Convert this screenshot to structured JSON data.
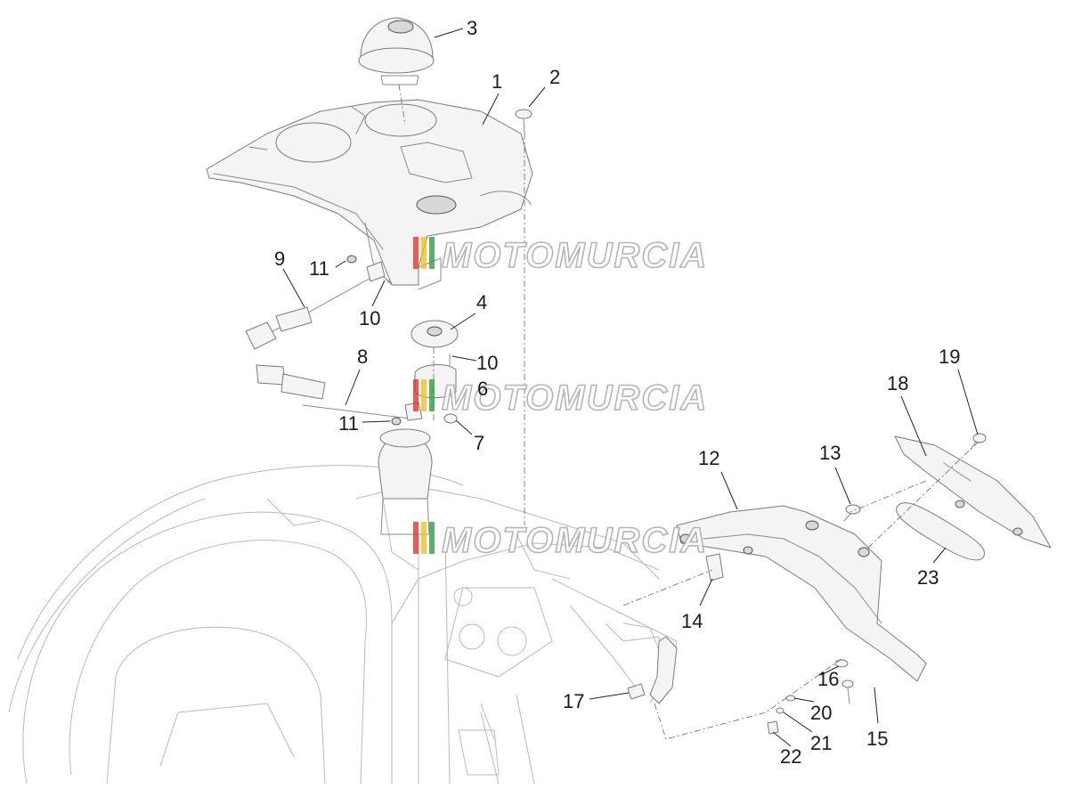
{
  "watermark": {
    "text": "MOTOMURCIA",
    "stripe_colors": [
      "#e4342b",
      "#f2c21b",
      "#2f9b48"
    ]
  },
  "callouts": [
    {
      "id": "3",
      "label": "3"
    },
    {
      "id": "2",
      "label": "2"
    },
    {
      "id": "1",
      "label": "1"
    },
    {
      "id": "9",
      "label": "9"
    },
    {
      "id": "11a",
      "label": "11"
    },
    {
      "id": "10a",
      "label": "10"
    },
    {
      "id": "4",
      "label": "4"
    },
    {
      "id": "8",
      "label": "8"
    },
    {
      "id": "10b",
      "label": "10"
    },
    {
      "id": "6",
      "label": "6"
    },
    {
      "id": "11b",
      "label": "11"
    },
    {
      "id": "7",
      "label": "7"
    },
    {
      "id": "19",
      "label": "19"
    },
    {
      "id": "18",
      "label": "18"
    },
    {
      "id": "12",
      "label": "12"
    },
    {
      "id": "13",
      "label": "13"
    },
    {
      "id": "23",
      "label": "23"
    },
    {
      "id": "14",
      "label": "14"
    },
    {
      "id": "16",
      "label": "16"
    },
    {
      "id": "17",
      "label": "17"
    },
    {
      "id": "20",
      "label": "20"
    },
    {
      "id": "15",
      "label": "15"
    },
    {
      "id": "21",
      "label": "21"
    },
    {
      "id": "22",
      "label": "22"
    }
  ]
}
